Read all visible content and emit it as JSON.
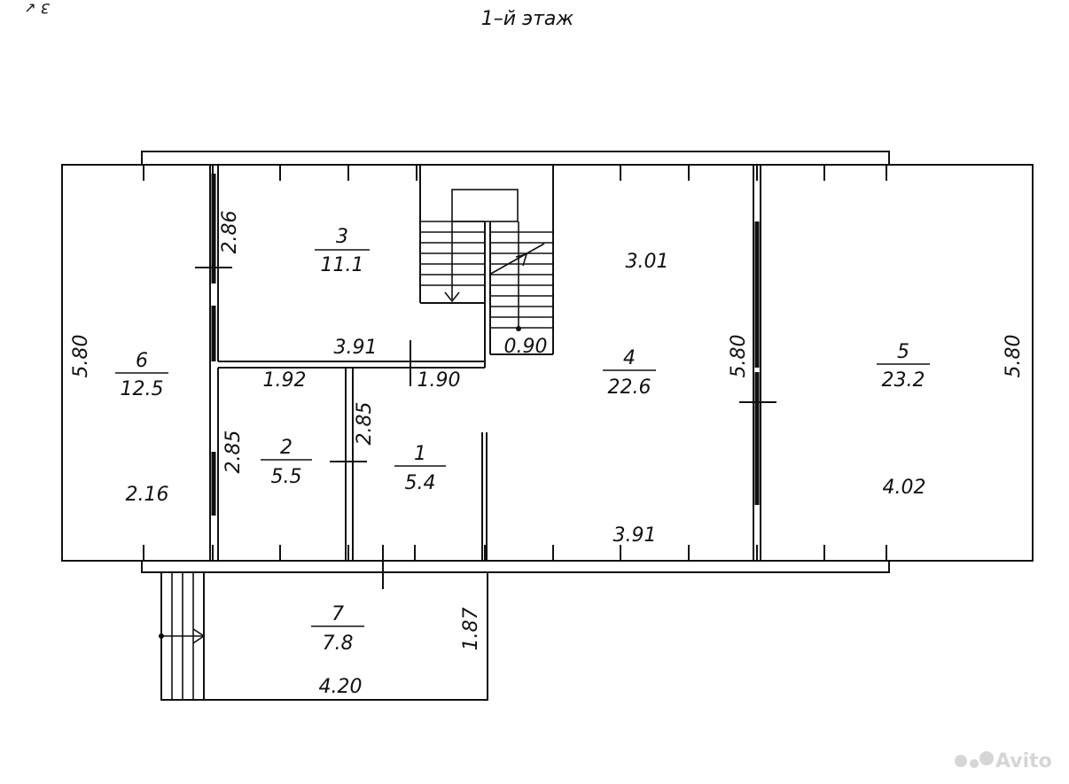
{
  "title": "1–й этаж",
  "corner_mark": "3 ↙",
  "rooms": [
    {
      "number": "1",
      "area": "5.4"
    },
    {
      "number": "2",
      "area": "5.5"
    },
    {
      "number": "3",
      "area": "11.1"
    },
    {
      "number": "4",
      "area": "22.6"
    },
    {
      "number": "5",
      "area": "23.2"
    },
    {
      "number": "6",
      "area": "12.5"
    },
    {
      "number": "7",
      "area": "7.8"
    }
  ],
  "dimensions": {
    "d_580_left": "5.80",
    "d_580_mid": "5.80",
    "d_580_right": "5.80",
    "d_286": "2.86",
    "d_391_top": "3.91",
    "d_192": "1.92",
    "d_190": "1.90",
    "d_285_left": "2.85",
    "d_285_right": "2.85",
    "d_216": "2.16",
    "d_301": "3.01",
    "d_090": "0.90",
    "d_391_bottom": "3.91",
    "d_402": "4.02",
    "d_187": "1.87",
    "d_420": "4.20"
  },
  "watermark": "Avito"
}
